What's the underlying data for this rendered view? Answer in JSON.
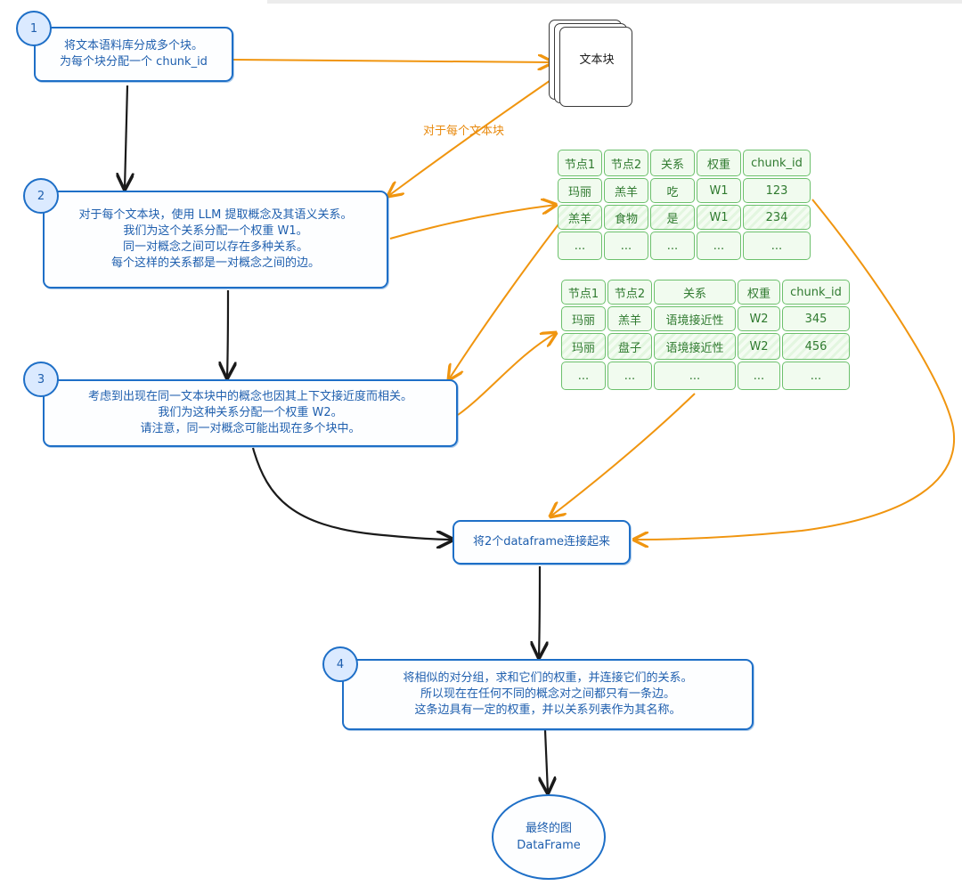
{
  "steps": [
    {
      "number": "1",
      "lines": [
        "将文本语料库分成多个块。",
        "为每个块分配一个 chunk_id"
      ]
    },
    {
      "number": "2",
      "lines": [
        "对于每个文本块，使用 LLM 提取概念及其语义关系。",
        "我们为这个关系分配一个权重 W1。",
        "同一对概念之间可以存在多种关系。",
        "每个这样的关系都是一对概念之间的边。"
      ]
    },
    {
      "number": "3",
      "lines": [
        "考虑到出现在同一文本块中的概念也因其上下文接近度而相关。",
        "我们为这种关系分配一个权重 W2。",
        "请注意，同一对概念可能出现在多个块中。"
      ]
    },
    {
      "number": "4",
      "lines": [
        "将相似的对分组，求和它们的权重，并连接它们的关系。",
        "所以现在在任何不同的概念对之间都只有一条边。",
        "这条边具有一定的权重，并以关系列表作为其名称。"
      ]
    }
  ],
  "chunk_label": "文本块",
  "edge_label": "对于每个文本块",
  "merge_label": "将2个dataframe连接起来",
  "final_lines": [
    "最终的图",
    "DataFrame"
  ],
  "table1": {
    "headers": [
      "节点1",
      "节点2",
      "关系",
      "权重",
      "chunk_id"
    ],
    "rows": [
      [
        "玛丽",
        "羔羊",
        "吃",
        "W1",
        "123"
      ],
      [
        "羔羊",
        "食物",
        "是",
        "W1",
        "234"
      ],
      [
        "...",
        "...",
        "...",
        "...",
        "..."
      ]
    ]
  },
  "table2": {
    "headers": [
      "节点1",
      "节点2",
      "关系",
      "权重",
      "chunk_id"
    ],
    "rows": [
      [
        "玛丽",
        "羔羊",
        "语境接近性",
        "W2",
        "345"
      ],
      [
        "玛丽",
        "盘子",
        "语境接近性",
        "W2",
        "456"
      ],
      [
        "...",
        "...",
        "...",
        "...",
        "..."
      ]
    ]
  },
  "colors": {
    "blue": "#1e6fc7",
    "orange": "#f0950f",
    "green": "#6cc06c",
    "black": "#1a1a1a"
  }
}
